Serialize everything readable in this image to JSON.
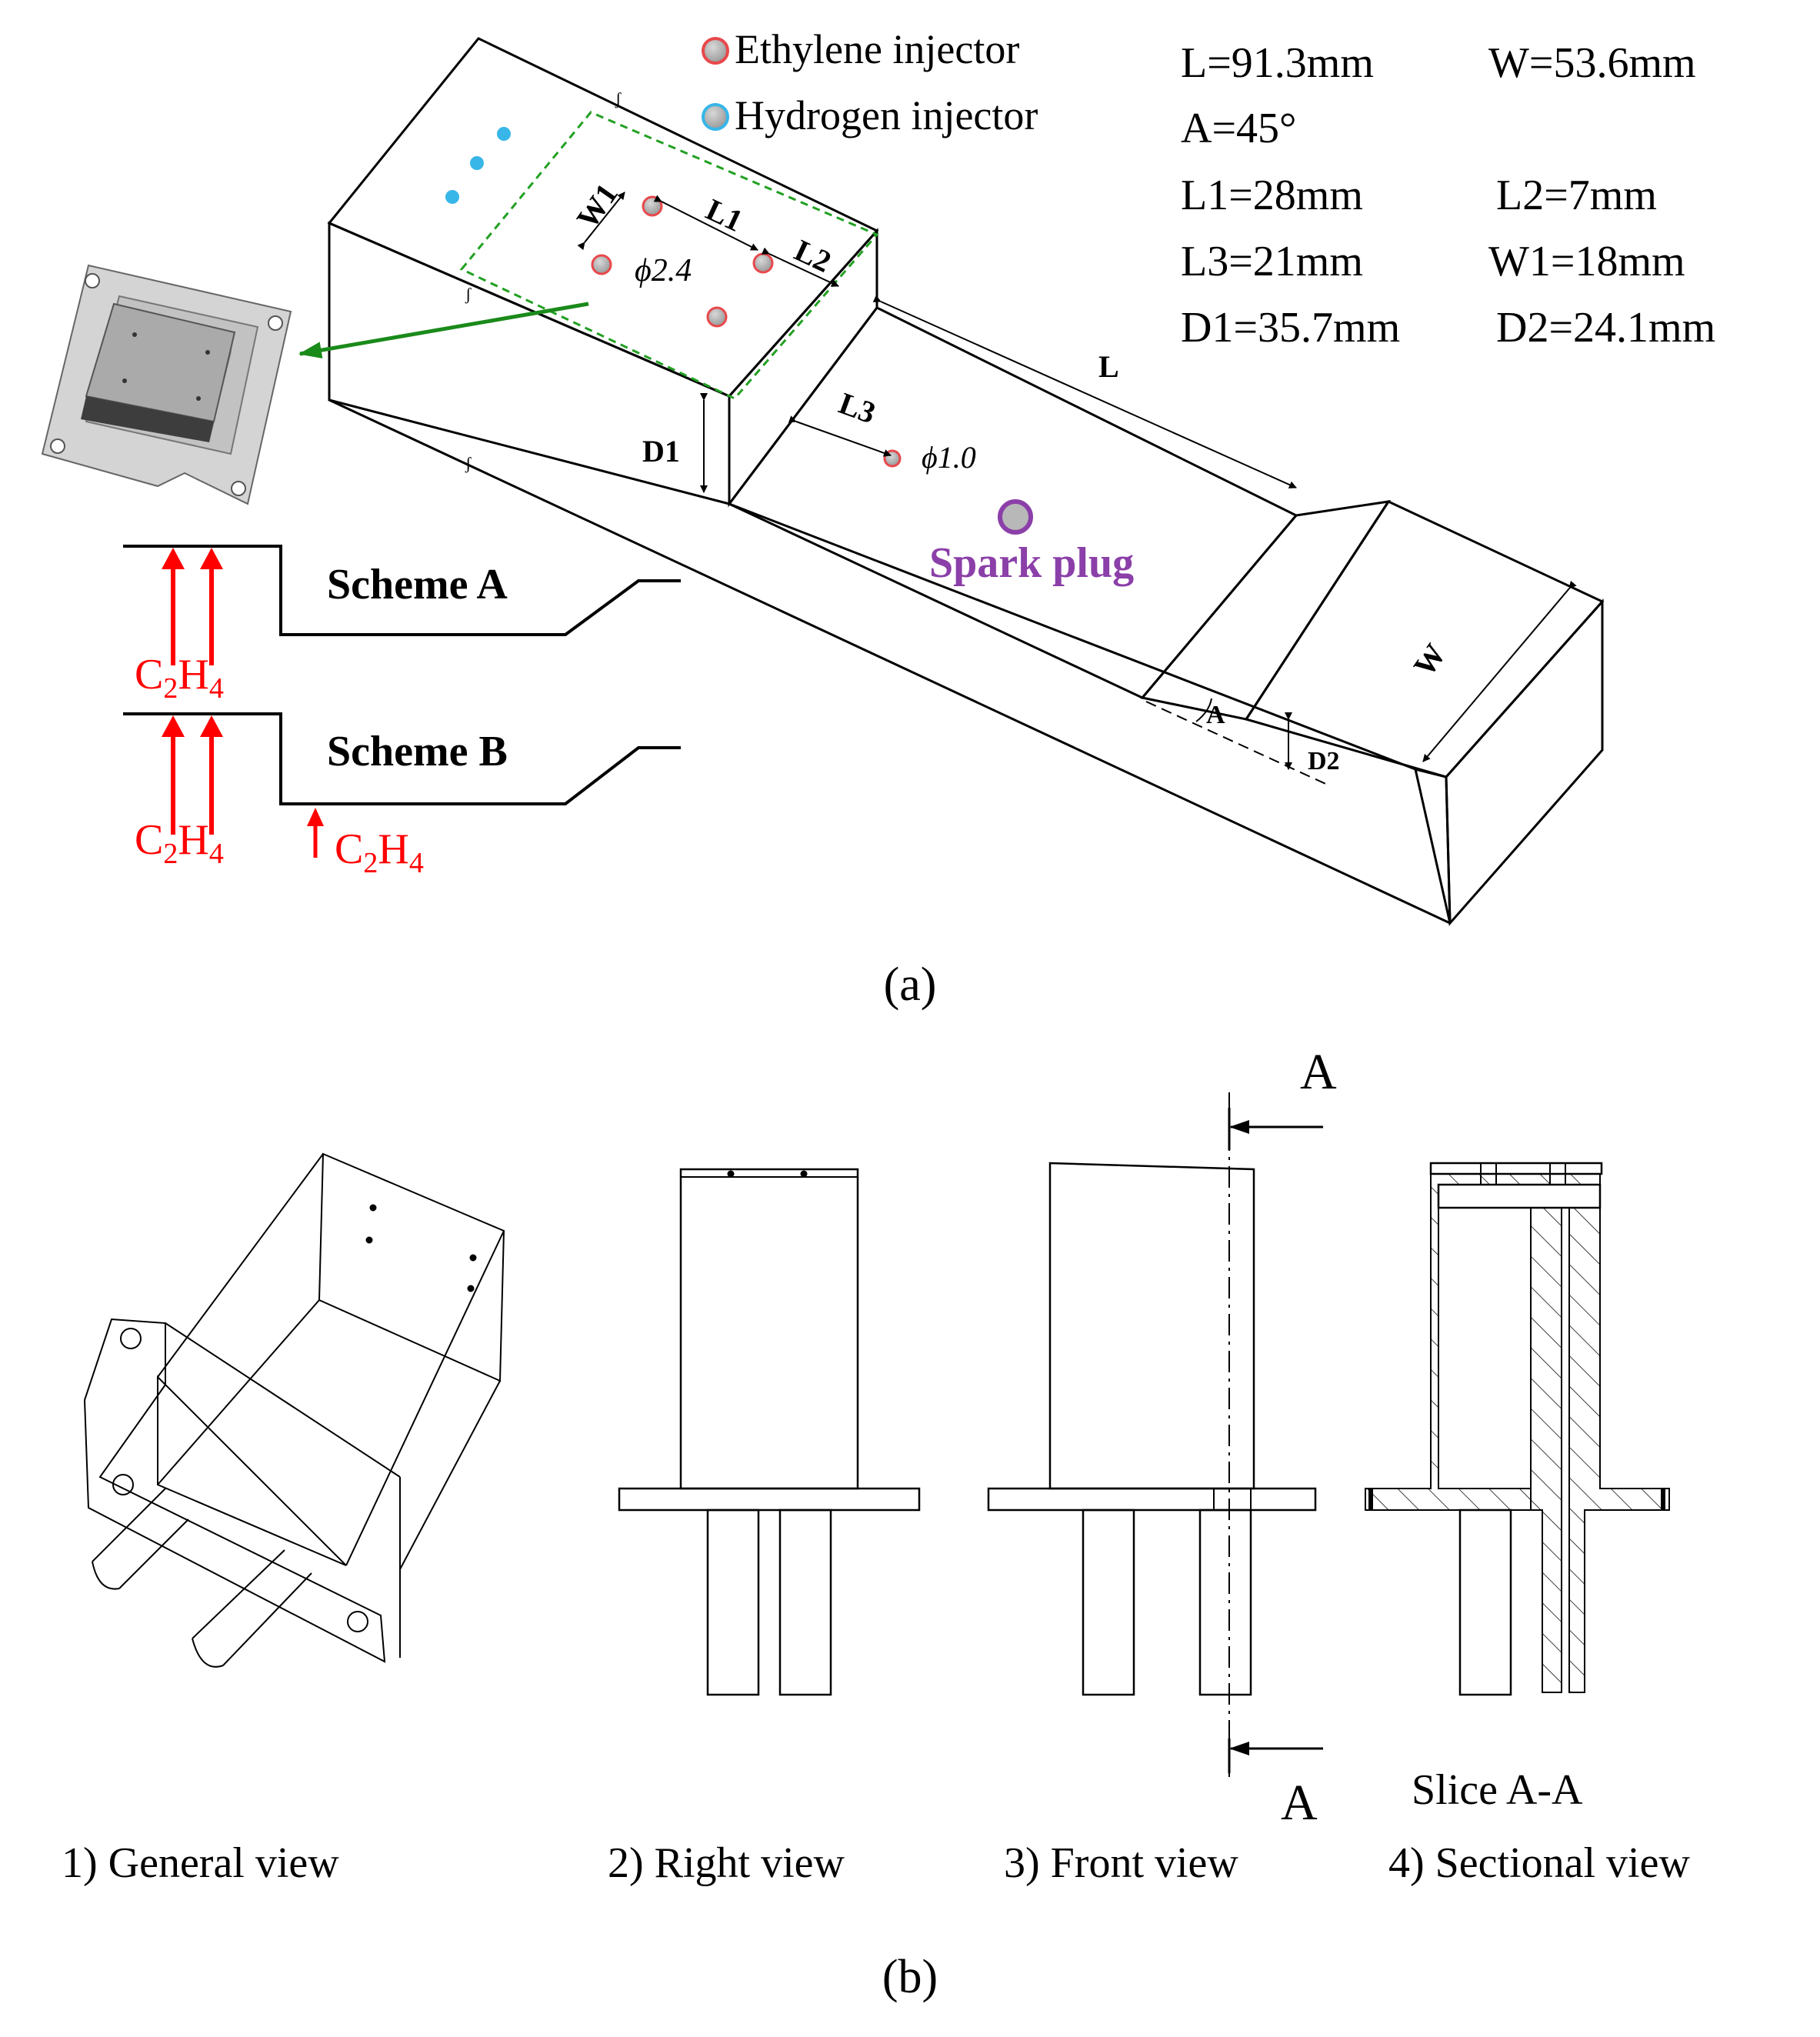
{
  "colors": {
    "line": "#000000",
    "ethylene": "#e8484c",
    "hydrogen": "#38b6e8",
    "spark": "#8b3fa8",
    "arrow_red": "#ff0000",
    "arrow_green": "#1a8a1a",
    "dashed_box": "#22a022"
  },
  "panel_a": {
    "caption": "(a)",
    "legend": {
      "ethylene": "Ethylene injector",
      "hydrogen": "Hydrogen injector"
    },
    "params": [
      [
        "L=91.3mm",
        "W=53.6mm"
      ],
      [
        "A=45°",
        ""
      ],
      [
        "L1=28mm",
        "L2=7mm"
      ],
      [
        "L3=21mm",
        "W1=18mm"
      ],
      [
        "D1=35.7mm",
        "D2=24.1mm"
      ]
    ],
    "labels": {
      "W1": "W1",
      "L1": "L1",
      "L2": "L2",
      "phi24": "ϕ2.4",
      "L": "L",
      "L3": "L3",
      "phi10": "ϕ1.0",
      "D1": "D1",
      "spark": "Spark plug",
      "W": "W",
      "A": "A",
      "D2": "D2"
    },
    "schemes": {
      "a": "Scheme A",
      "b": "Scheme B",
      "fuel": "C2H4"
    }
  },
  "panel_b": {
    "caption": "(b)",
    "views": {
      "general": "1) General  view",
      "right": "2) Right view",
      "front": "3) Front view",
      "section": "4) Sectional view"
    },
    "section_mark": "A",
    "slice": "Slice A-A"
  }
}
